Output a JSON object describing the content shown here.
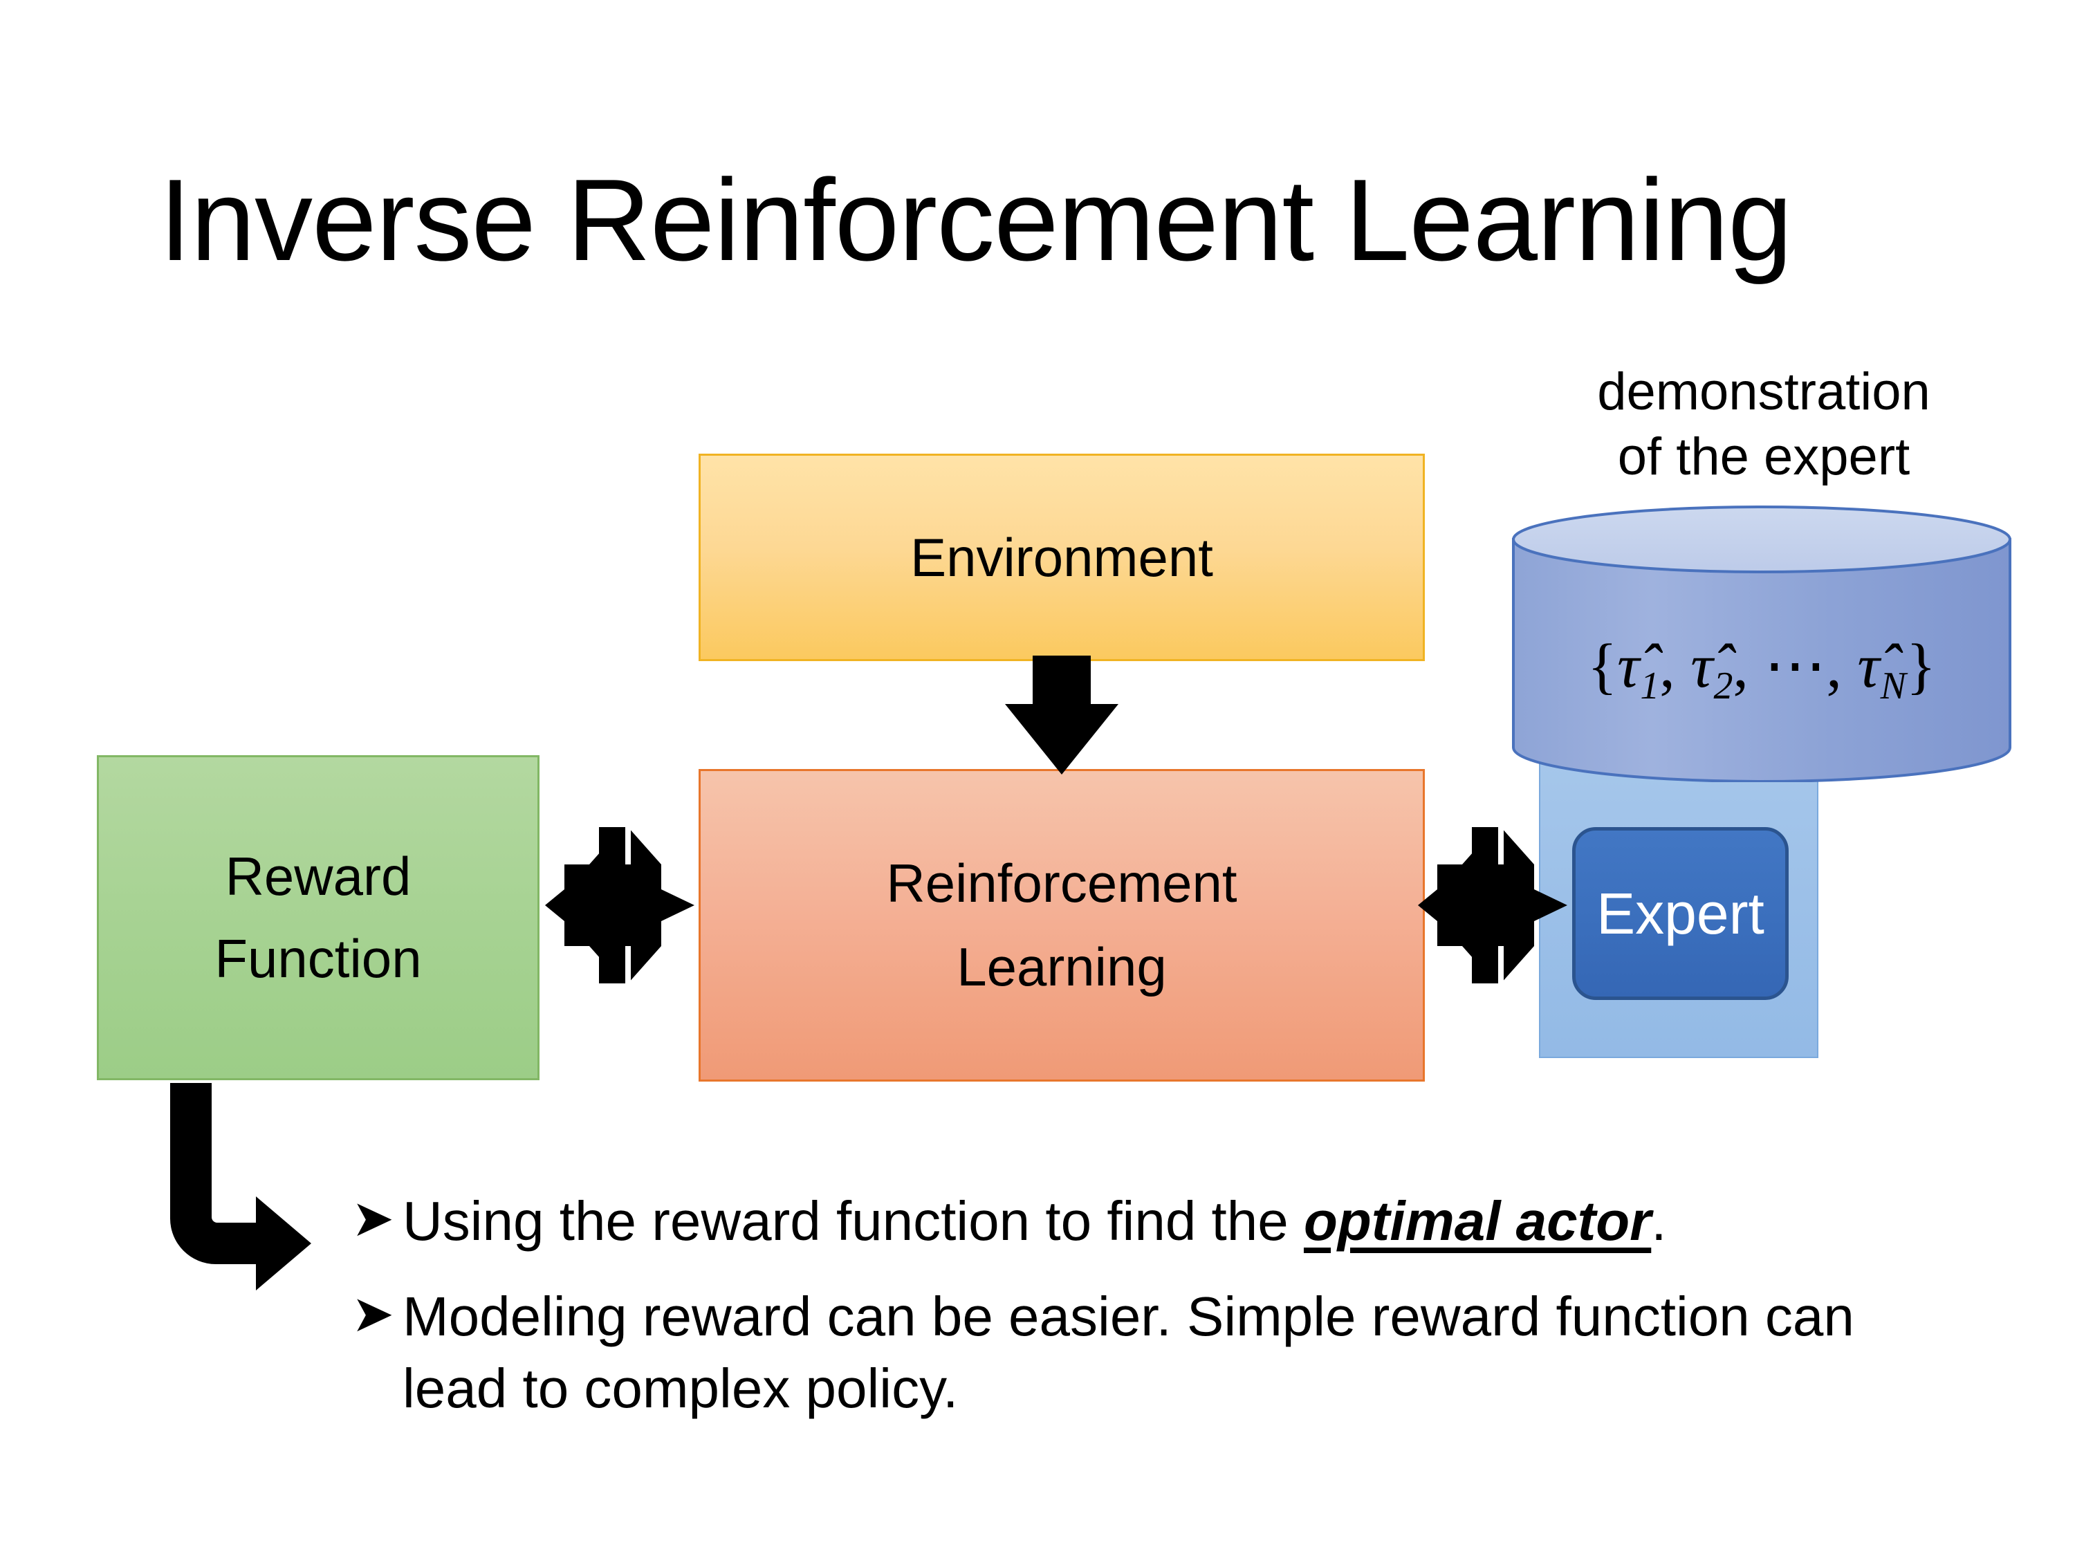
{
  "slide": {
    "title": "Inverse Reinforcement Learning",
    "background_color": "#ffffff"
  },
  "diagram": {
    "environment_box": {
      "label": "Environment",
      "fill_color": "#fbd08a",
      "border_color": "#f0b323"
    },
    "reinforcement_learning_box": {
      "label_line1": "Reinforcement",
      "label_line2": "Learning",
      "fill_color": "#f4b095",
      "border_color": "#e8762c"
    },
    "reward_function_box": {
      "label_line1": "Reward",
      "label_line2": "Function",
      "fill_color": "#a8d394",
      "border_color": "#82b765"
    },
    "expert_group": {
      "caption_line1": "demonstration",
      "caption_line2": "of the expert",
      "cylinder_label": "{τ̂1, τ̂2, ⋯, τ̂N}",
      "cylinder_label_parts": {
        "open_brace": "{",
        "tau": "τ̂",
        "sub_1": "1",
        "sub_2": "2",
        "sub_N": "N",
        "comma": ",",
        "ellipsis": "⋯",
        "close_brace": "}"
      },
      "expert_button_label": "Expert",
      "panel_fill_color": "#9cc0e8",
      "cylinder_fill_color": "#8fa8da",
      "expert_button_fill_color": "#3a6ebc",
      "expert_button_text_color": "#ffffff"
    },
    "arrows": {
      "environment_to_rl": "down-arrow",
      "reward_to_rl": "quad-arrow",
      "rl_to_expert": "quad-arrow",
      "reward_to_bullets": "bent-arrow",
      "color": "#000000"
    }
  },
  "bullets": {
    "marker": "➤",
    "items": [
      {
        "text_before": "Using the reward function to find the ",
        "emphasis": "optimal actor",
        "text_after": "."
      },
      {
        "text_before": "Modeling reward can be easier. Simple reward function can lead to complex policy.",
        "emphasis": "",
        "text_after": ""
      }
    ]
  }
}
